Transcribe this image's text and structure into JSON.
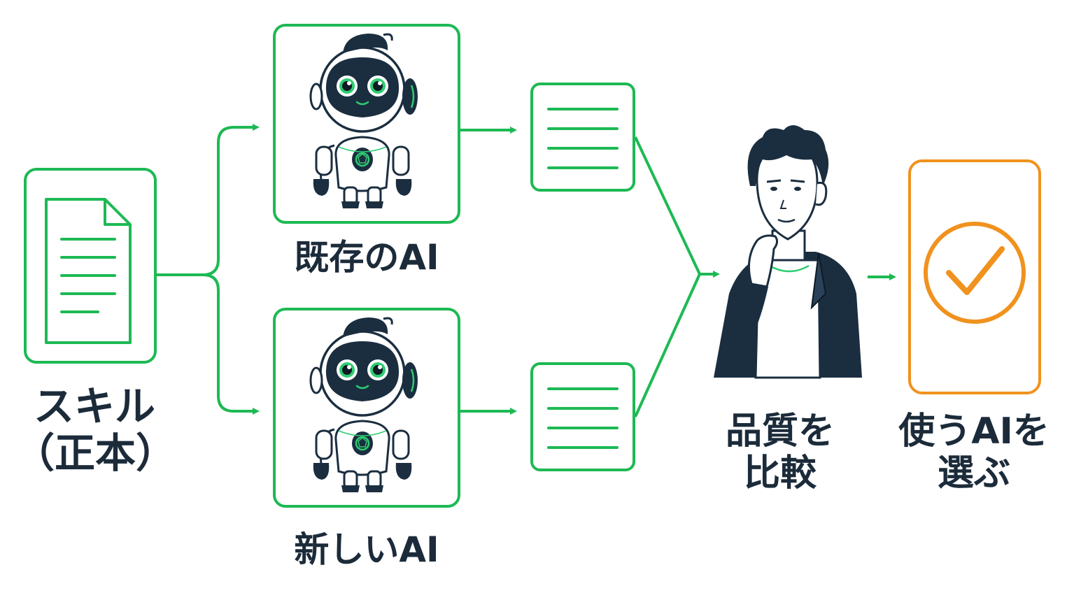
{
  "skill": {
    "line1": "スキル",
    "line2": "（正本）"
  },
  "ai_existing": {
    "label": "既存のAI"
  },
  "ai_new": {
    "label": "新しいAI"
  },
  "compare": {
    "line1": "品質を",
    "line2": "比較"
  },
  "choose": {
    "line1": "使うAIを",
    "line2": "選ぶ"
  },
  "colors": {
    "accent_green": "#1db954",
    "accent_orange": "#f0921e",
    "text_dark": "#1c2b3a",
    "navy": "#1b2e40"
  },
  "icons": [
    "document-icon",
    "robot-icon",
    "output-document-icon",
    "thinking-person-icon",
    "checkmark-circle-icon",
    "arrow-icon"
  ]
}
